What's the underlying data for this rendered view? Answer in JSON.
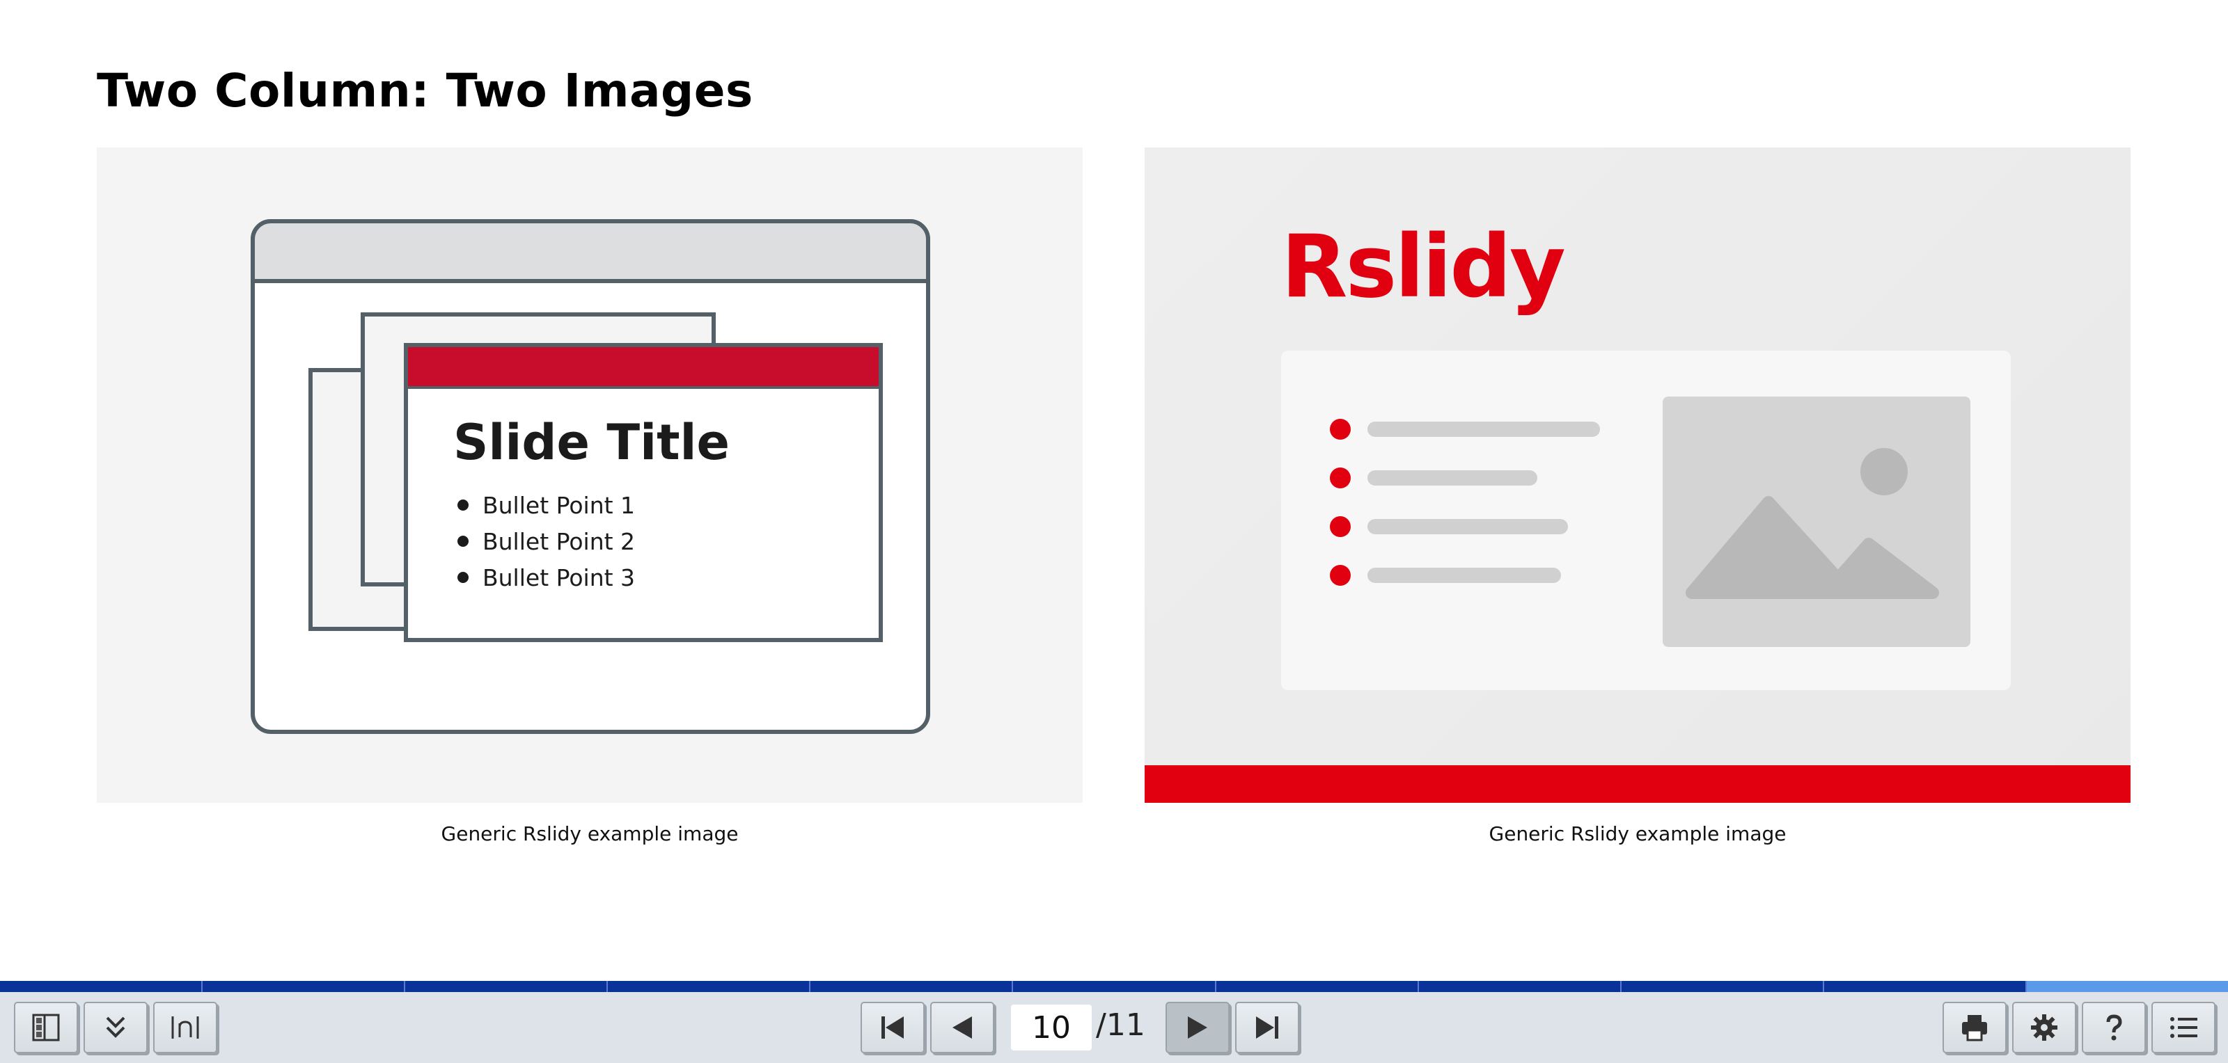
{
  "slide": {
    "title": "Two Column: Two Images",
    "figures": [
      {
        "caption": "Generic Rslidy example image",
        "illustration": {
          "heading": "Slide Title",
          "bullets": [
            "Bullet Point 1",
            "Bullet Point 2",
            "Bullet Point 3"
          ]
        }
      },
      {
        "caption": "Generic Rslidy example image",
        "illustration": {
          "wordmark": "Rslidy"
        }
      }
    ]
  },
  "progress": {
    "total_slides": 11,
    "current_slide": 10
  },
  "toolbar": {
    "left_buttons": [
      "slide-overview-icon",
      "chevrons-down-icon",
      "slide-number-icon"
    ],
    "nav_buttons": [
      "first-slide-icon",
      "previous-slide-icon",
      "next-slide-icon",
      "last-slide-icon"
    ],
    "current_page": "10",
    "total_pages": "/11",
    "right_buttons": [
      "print-icon",
      "settings-gear-icon",
      "help-icon",
      "table-of-contents-icon"
    ]
  },
  "colors": {
    "accent_red": "#e0000f",
    "progress_done": "#0a3399",
    "progress_current": "#5a9ae8",
    "toolbar_bg": "#dde3e8"
  }
}
